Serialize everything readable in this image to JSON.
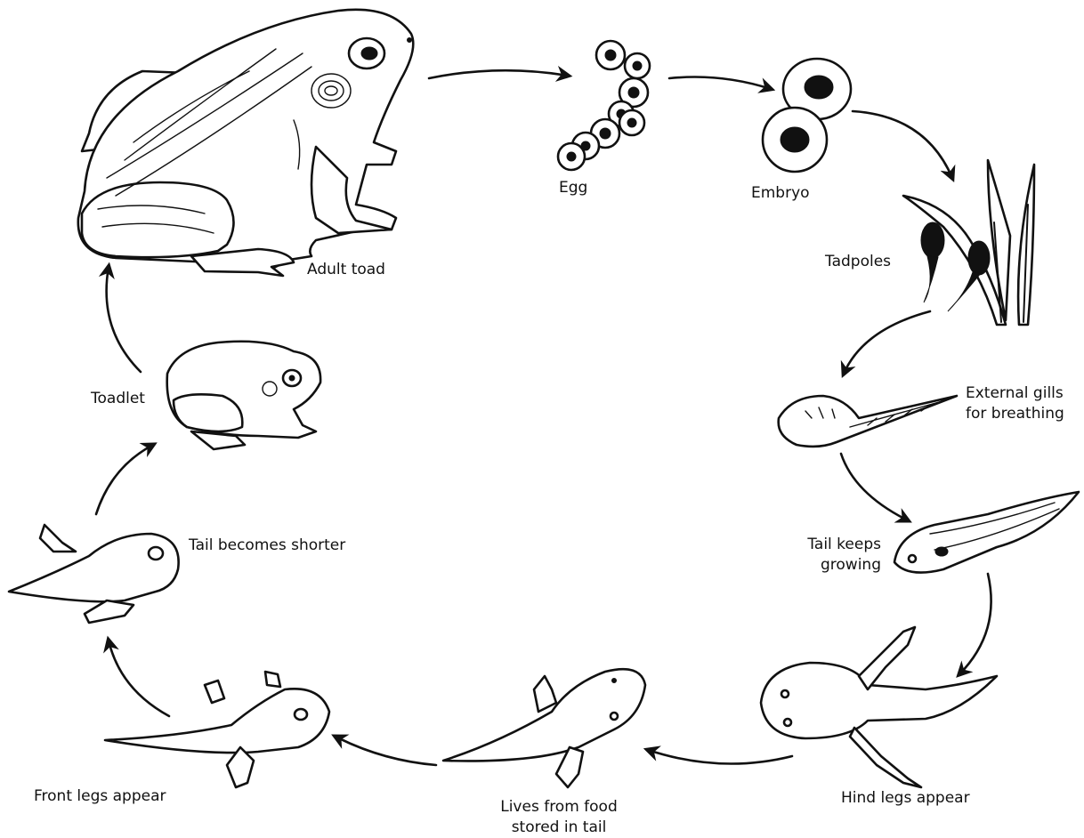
{
  "stages": [
    {
      "id": "adult_toad",
      "label": "Adult toad"
    },
    {
      "id": "egg",
      "label": "Egg"
    },
    {
      "id": "embryo",
      "label": "Embryo"
    },
    {
      "id": "tadpoles",
      "label": "Tadpoles"
    },
    {
      "id": "external_gills",
      "label_lines": [
        "External gills",
        "for breathing"
      ]
    },
    {
      "id": "tail_keeps_growing",
      "label_lines": [
        "Tail keeps",
        "growing"
      ]
    },
    {
      "id": "hind_legs",
      "label": "Hind legs appear"
    },
    {
      "id": "lives_from_food",
      "label_lines": [
        "Lives from food",
        "stored in tail"
      ]
    },
    {
      "id": "front_legs",
      "label": "Front legs appear"
    },
    {
      "id": "tail_shorter",
      "label": "Tail becomes shorter"
    },
    {
      "id": "toadlet",
      "label": "Toadlet"
    }
  ]
}
